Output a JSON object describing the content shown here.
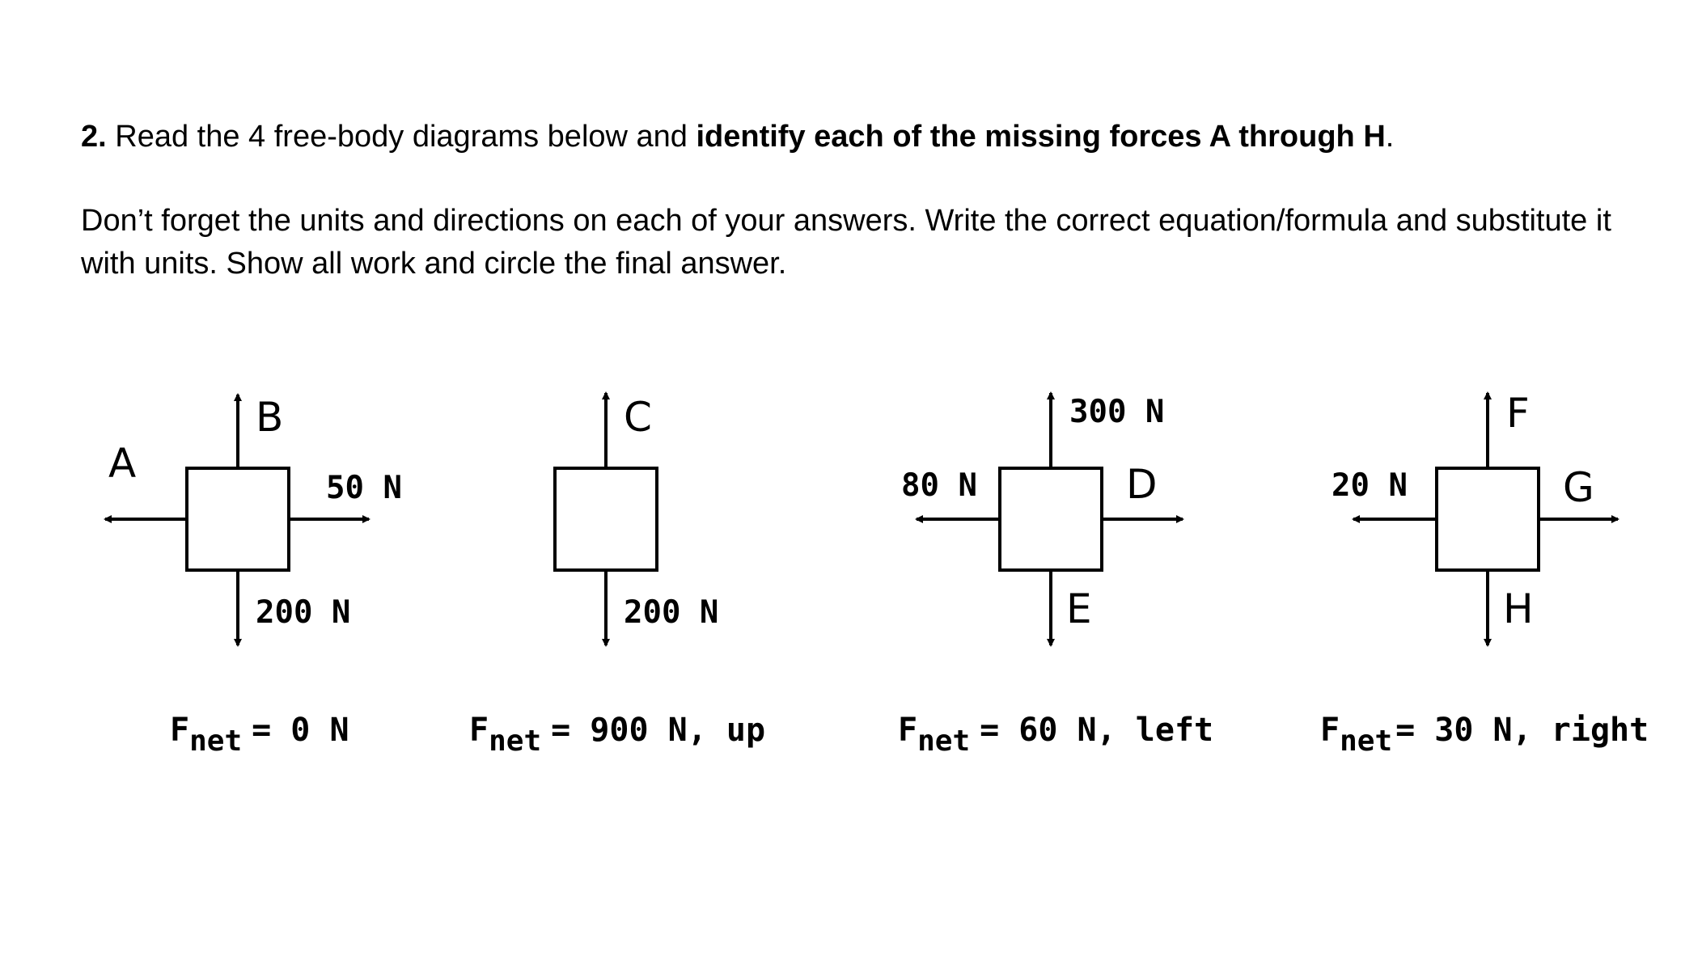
{
  "question": {
    "number": "2.",
    "intro": " Read the 4 free-body diagrams below and ",
    "emphasis": "identify each of the missing forces A through H",
    "end": "."
  },
  "instructions": "Don’t forget the units and directions on each of your answers. Write the correct equation/formula and substitute it with units. Show all work and circle the final answer.",
  "diagrams": [
    {
      "up": "B",
      "left": "A",
      "right": "50 N",
      "down": "200 N",
      "fnet": {
        "base": "F",
        "sub": "net",
        "value": "= 0 N"
      }
    },
    {
      "up": "C",
      "down": "200 N",
      "fnet": {
        "base": "F",
        "sub": "net",
        "value": "= 900 N, up"
      }
    },
    {
      "up": "300 N",
      "left": "80 N",
      "right": "D",
      "down": "E",
      "fnet": {
        "base": "F",
        "sub": "net",
        "value": "= 60 N, left"
      }
    },
    {
      "up": "F",
      "left": "20 N",
      "right": "G",
      "down": "H",
      "fnet": {
        "base": "F",
        "sub": "net",
        "value": "= 30 N, right"
      }
    }
  ]
}
